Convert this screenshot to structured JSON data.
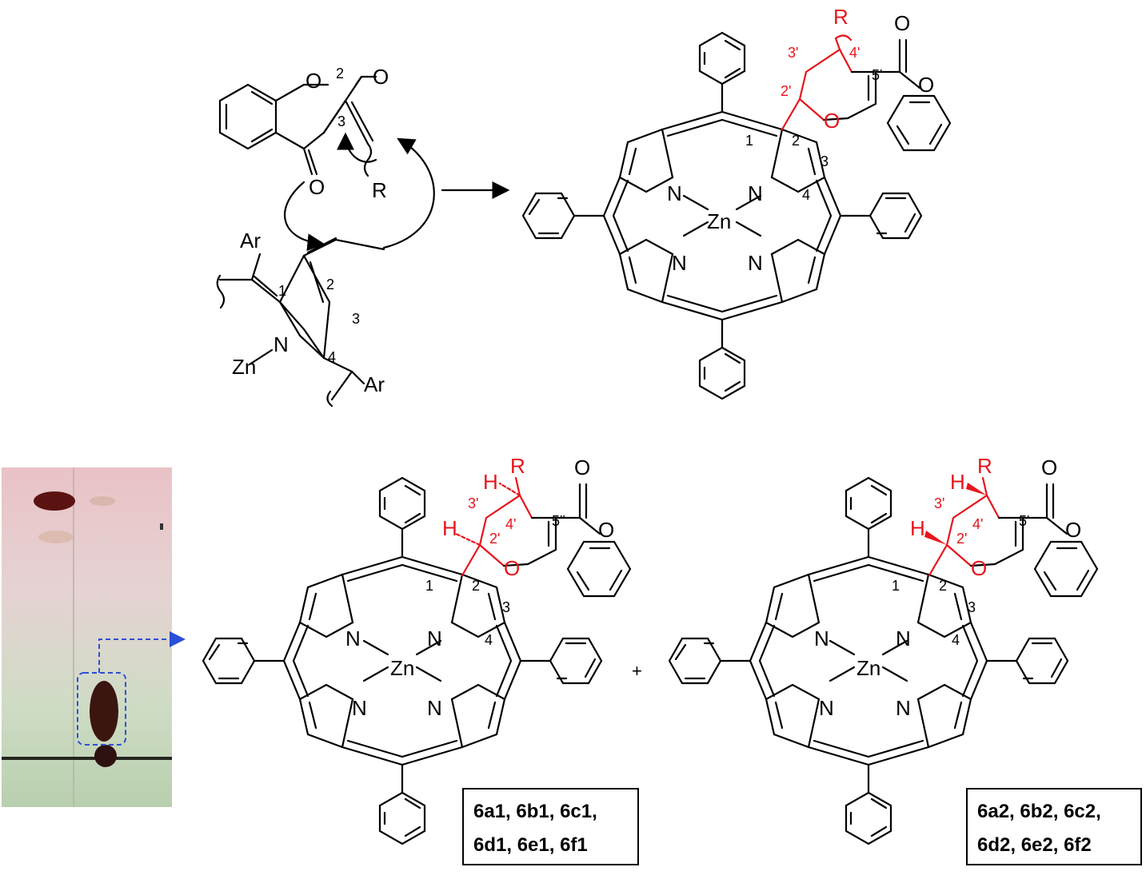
{
  "colors": {
    "accent_red": "#e8141b",
    "tlc_arrow_blue": "#2b4fd8"
  },
  "reactants": {
    "coumarin": {
      "O_ring": "O",
      "O_carbonyl_top": "O",
      "O_carbonyl_bottom": "O",
      "n2": "2",
      "n3": "3",
      "R": "R"
    },
    "pyrrole": {
      "Ar_top": "Ar",
      "Ar_bottom": "Ar",
      "N": "N",
      "Zn": "Zn",
      "n1": "1",
      "n2": "2",
      "n3": "3",
      "n4": "4"
    }
  },
  "product_top": {
    "R": "R",
    "O_carbonyl": "O",
    "O_lactone": "O",
    "O_pyran": "O",
    "n3p": "3'",
    "n4p": "4'",
    "n2p": "2'",
    "n5p": "5'",
    "n1": "1",
    "n2": "2",
    "n3": "3",
    "n4": "4",
    "N1": "N",
    "N2": "N",
    "N3": "N",
    "N4": "N",
    "Zn": "Zn"
  },
  "product_a": {
    "R": "R",
    "H_top": "H",
    "H_left": "H",
    "O_carbonyl": "O",
    "O_lactone": "O",
    "O_pyran": "O",
    "n3p": "3'",
    "n4p": "4'",
    "n2p": "2'",
    "n5p": "5''",
    "n1": "1",
    "n2": "2",
    "n3": "3",
    "n4": "4",
    "N1": "N",
    "N2": "N",
    "N3": "N",
    "N4": "N",
    "Zn": "Zn",
    "compounds_line1": "6a1, 6b1, 6c1,",
    "compounds_line2": "6d1, 6e1, 6f1"
  },
  "plus": "+",
  "product_b": {
    "R": "R",
    "H_top": "H",
    "H_left": "H",
    "O_carbonyl": "O",
    "O_lactone": "O",
    "O_pyran": "O",
    "n3p": "3'",
    "n4p": "4'",
    "n2p": "2'",
    "n5p": "5'",
    "n1": "1",
    "n2": "2",
    "n3": "3",
    "n4": "4",
    "N1": "N",
    "N2": "N",
    "N3": "N",
    "N4": "N",
    "Zn": "Zn",
    "compounds_line1": "6a2, 6b2, 6c2,",
    "compounds_line2": "6d2, 6e2, 6f2"
  }
}
